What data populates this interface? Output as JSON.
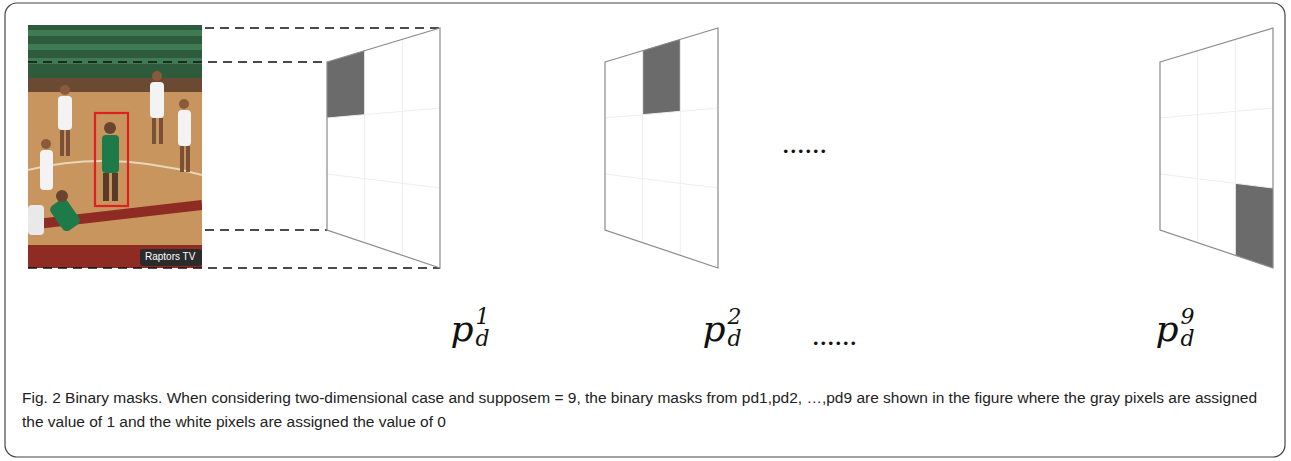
{
  "diagram": {
    "caption": "Fig. 2 Binary masks. When considering two-dimensional case and supposem = 9, the binary masks from pd1,pd2, …,pd9 are shown in the figure where the gray pixels are assigned the value of 1 and the white pixels are assigned the value of 0",
    "nodes": [
      {
        "text": [
          "pd1"
        ]
      },
      {
        "text": [
          "pd2"
        ]
      },
      {
        "text": [
          "pd9"
        ]
      }
    ],
    "labels": [
      "......",
      "......",
      "Raptors TV"
    ]
  }
}
